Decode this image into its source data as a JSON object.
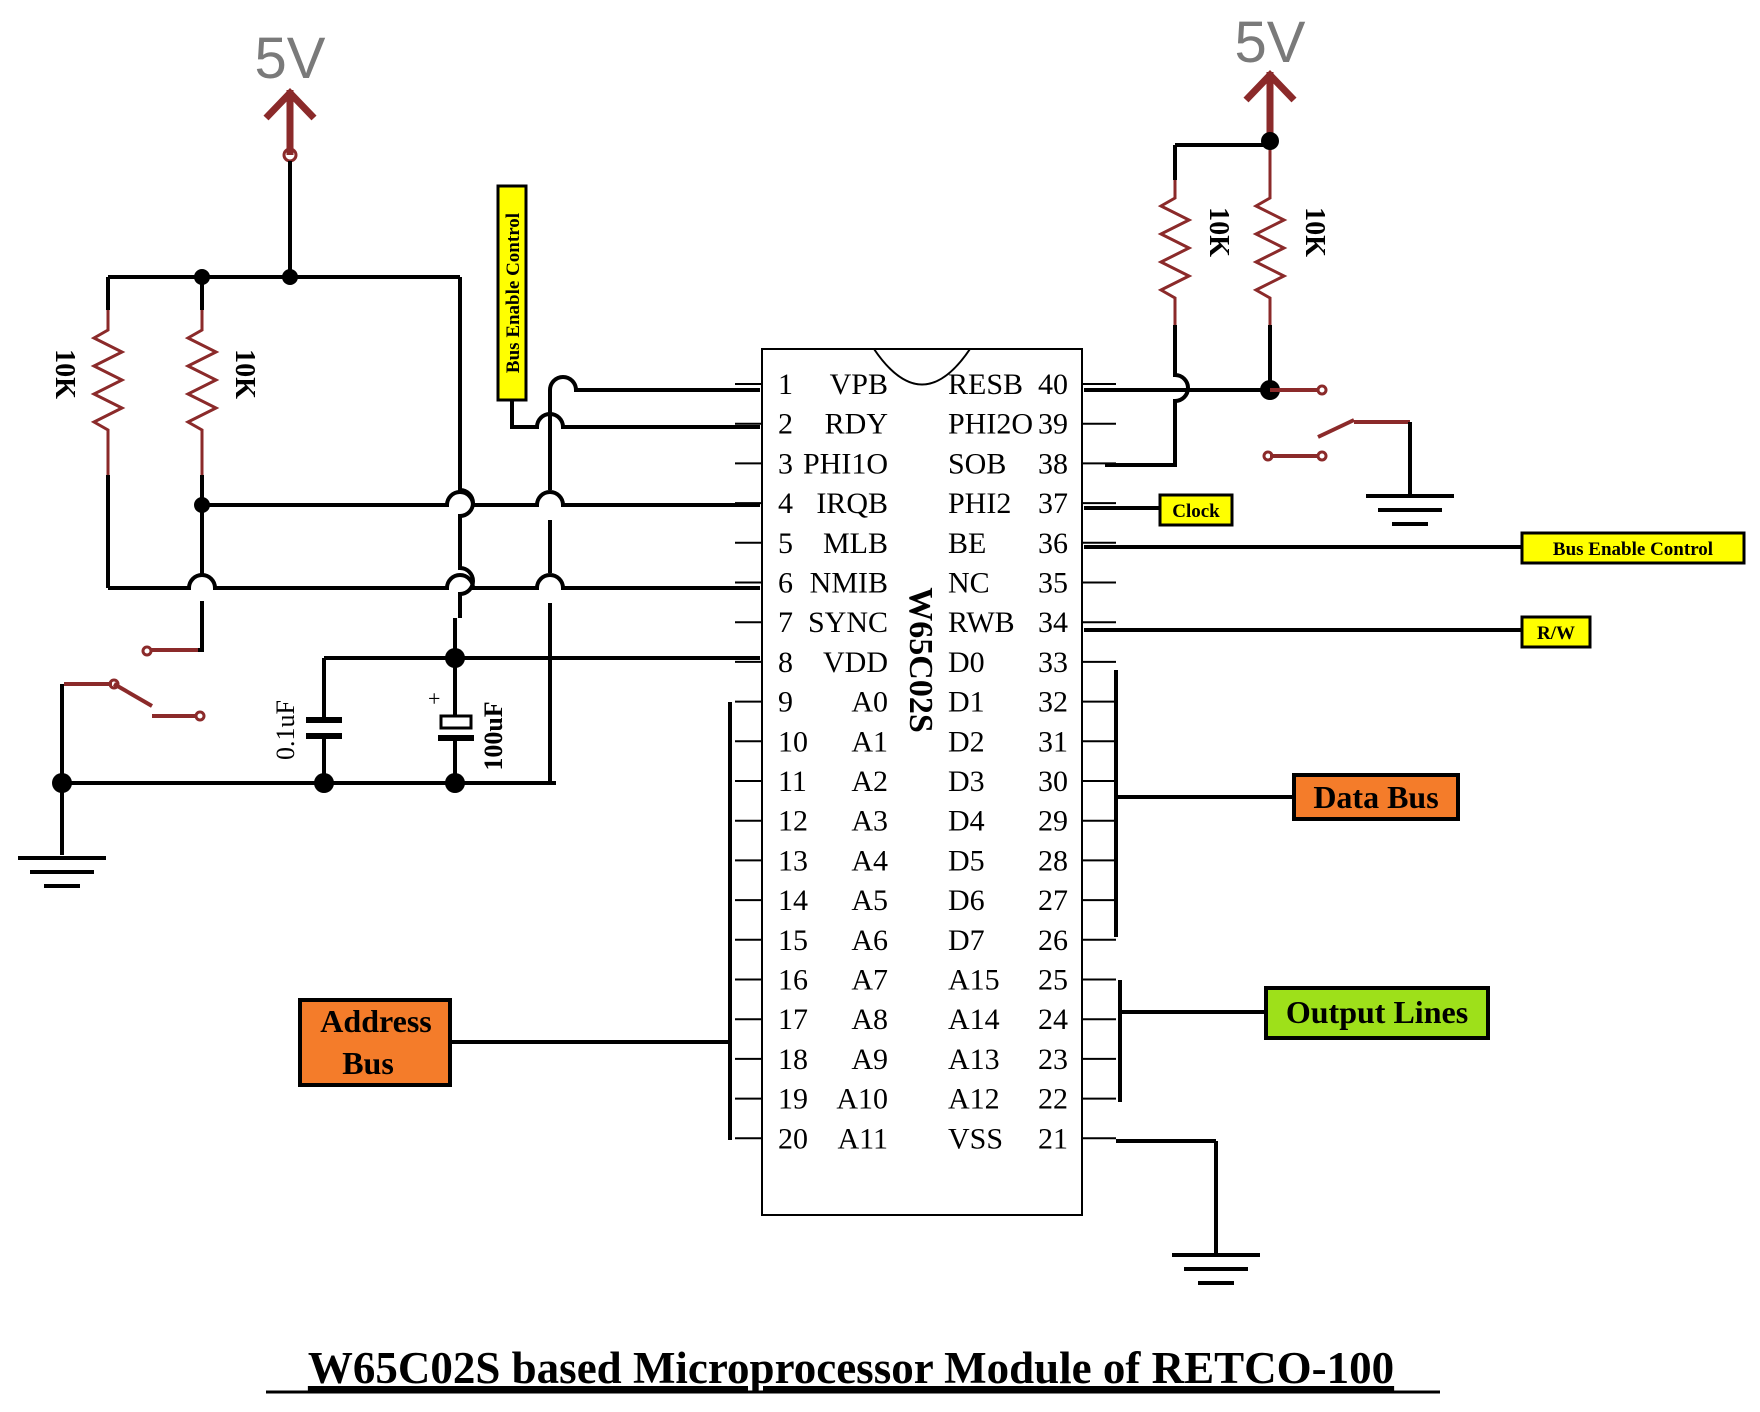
{
  "title": "W65C02S based Microprocessor Module of RETCO-100",
  "chip": {
    "name": "W65C02S",
    "left_pins": [
      {
        "num": "1",
        "name": "VPB"
      },
      {
        "num": "2",
        "name": "RDY"
      },
      {
        "num": "3",
        "name": "PHI1O"
      },
      {
        "num": "4",
        "name": "IRQB"
      },
      {
        "num": "5",
        "name": "MLB"
      },
      {
        "num": "6",
        "name": "NMIB"
      },
      {
        "num": "7",
        "name": "SYNC"
      },
      {
        "num": "8",
        "name": "VDD"
      },
      {
        "num": "9",
        "name": "A0"
      },
      {
        "num": "10",
        "name": "A1"
      },
      {
        "num": "11",
        "name": "A2"
      },
      {
        "num": "12",
        "name": "A3"
      },
      {
        "num": "13",
        "name": "A4"
      },
      {
        "num": "14",
        "name": "A5"
      },
      {
        "num": "15",
        "name": "A6"
      },
      {
        "num": "16",
        "name": "A7"
      },
      {
        "num": "17",
        "name": "A8"
      },
      {
        "num": "18",
        "name": "A9"
      },
      {
        "num": "19",
        "name": "A10"
      },
      {
        "num": "20",
        "name": "A11"
      }
    ],
    "right_pins": [
      {
        "num": "40",
        "name": "RESB"
      },
      {
        "num": "39",
        "name": "PHI2O"
      },
      {
        "num": "38",
        "name": "SOB"
      },
      {
        "num": "37",
        "name": "PHI2"
      },
      {
        "num": "36",
        "name": "BE"
      },
      {
        "num": "35",
        "name": "NC"
      },
      {
        "num": "34",
        "name": "RWB"
      },
      {
        "num": "33",
        "name": "D0"
      },
      {
        "num": "32",
        "name": "D1"
      },
      {
        "num": "31",
        "name": "D2"
      },
      {
        "num": "30",
        "name": "D3"
      },
      {
        "num": "29",
        "name": "D4"
      },
      {
        "num": "28",
        "name": "D5"
      },
      {
        "num": "27",
        "name": "D6"
      },
      {
        "num": "26",
        "name": "D7"
      },
      {
        "num": "25",
        "name": "A15"
      },
      {
        "num": "24",
        "name": "A14"
      },
      {
        "num": "23",
        "name": "A13"
      },
      {
        "num": "22",
        "name": "A12"
      },
      {
        "num": "21",
        "name": "VSS"
      }
    ]
  },
  "power": {
    "left": "5V",
    "right": "5V"
  },
  "resistors": {
    "r1": "10K",
    "r2": "10K",
    "r3": "10K",
    "r4": "10K"
  },
  "capacitors": {
    "c1": "0.1uF",
    "c2": "100uF",
    "c2_polarity": "+"
  },
  "tags": {
    "bus_enable_vertical": "Bus Enable Control",
    "clock": "Clock",
    "bus_enable_right": "Bus Enable Control",
    "rw": "R/W",
    "data_bus": "Data Bus",
    "output_lines": "Output Lines",
    "address_bus_line1": "Address",
    "address_bus_line2": "Bus"
  },
  "colors": {
    "wire": "#000000",
    "component": "#8b2a2a",
    "supply_label": "#7a7a7a",
    "tag_yellow": "#ffff00",
    "tag_orange": "#f47c2a",
    "tag_green": "#9ee01a"
  }
}
